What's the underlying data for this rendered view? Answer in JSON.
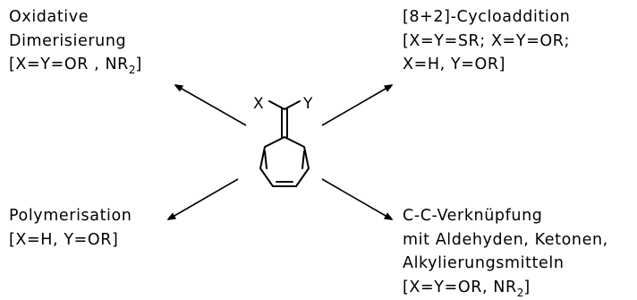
{
  "molecule": {
    "substituent_x": "X",
    "substituent_y": "Y"
  },
  "reactions": {
    "top_left": {
      "lines": [
        "Oxidative",
        "Dimerisierung"
      ],
      "condition_pre": "[X=Y=OR , NR",
      "condition_sub": "2",
      "condition_post": "]"
    },
    "top_right": {
      "lines": [
        "[8+2]-Cycloaddition",
        "[X=Y=SR; X=Y=OR;",
        "X=H, Y=OR]"
      ]
    },
    "bottom_left": {
      "lines": [
        "Polymerisation",
        "[X=H, Y=OR]"
      ]
    },
    "bottom_right": {
      "lines": [
        "C-C-Verknüpfung",
        "mit Aldehyden, Ketonen,",
        "Alkylierungsmitteln"
      ],
      "condition_pre": "[X=Y=OR, NR",
      "condition_sub": "2",
      "condition_post": "]"
    }
  }
}
